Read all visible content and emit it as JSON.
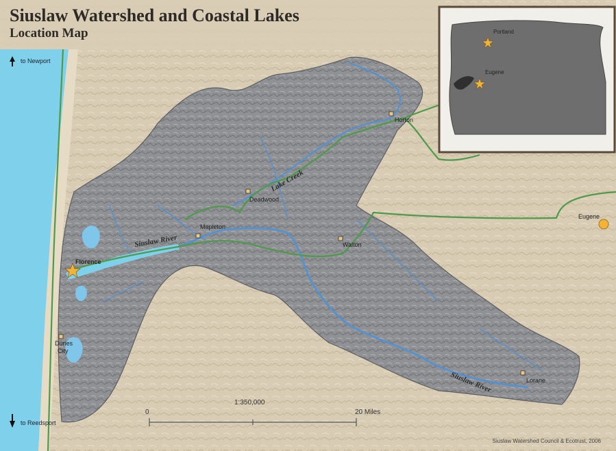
{
  "title": "Siuslaw Watershed and Coastal Lakes",
  "subtitle": "Location Map",
  "towns": {
    "florence": "Florence",
    "mapleton": "Mapleton",
    "deadwood": "Deadwood",
    "walton": "Walton",
    "horton": "Horton",
    "lorane": "Lorane",
    "dunes_city_1": "Dunes",
    "dunes_city_2": "City",
    "eugene": "Eugene"
  },
  "rivers": {
    "siuslaw_lower": "Siuslaw River",
    "lake_creek": "Lake Creek",
    "siuslaw_upper": "Siuslaw River"
  },
  "directions": {
    "north": "to Newport",
    "south": "to Reedsport"
  },
  "scale": {
    "ratio": "1:350,000",
    "start": "0",
    "end": "20 Miles"
  },
  "inset": {
    "portland": "Portland",
    "eugene": "Eugene"
  },
  "credit": "Siuslaw Watershed Council & Ecotrust, 2006",
  "colors": {
    "ocean": "#7fd0ea",
    "land": "#d7cbb3",
    "watershed": "#8d8f92",
    "river": "#4f92d6",
    "road": "#4f9a4a",
    "inset_state": "#6e6e6e",
    "star": "#f2b33a"
  }
}
